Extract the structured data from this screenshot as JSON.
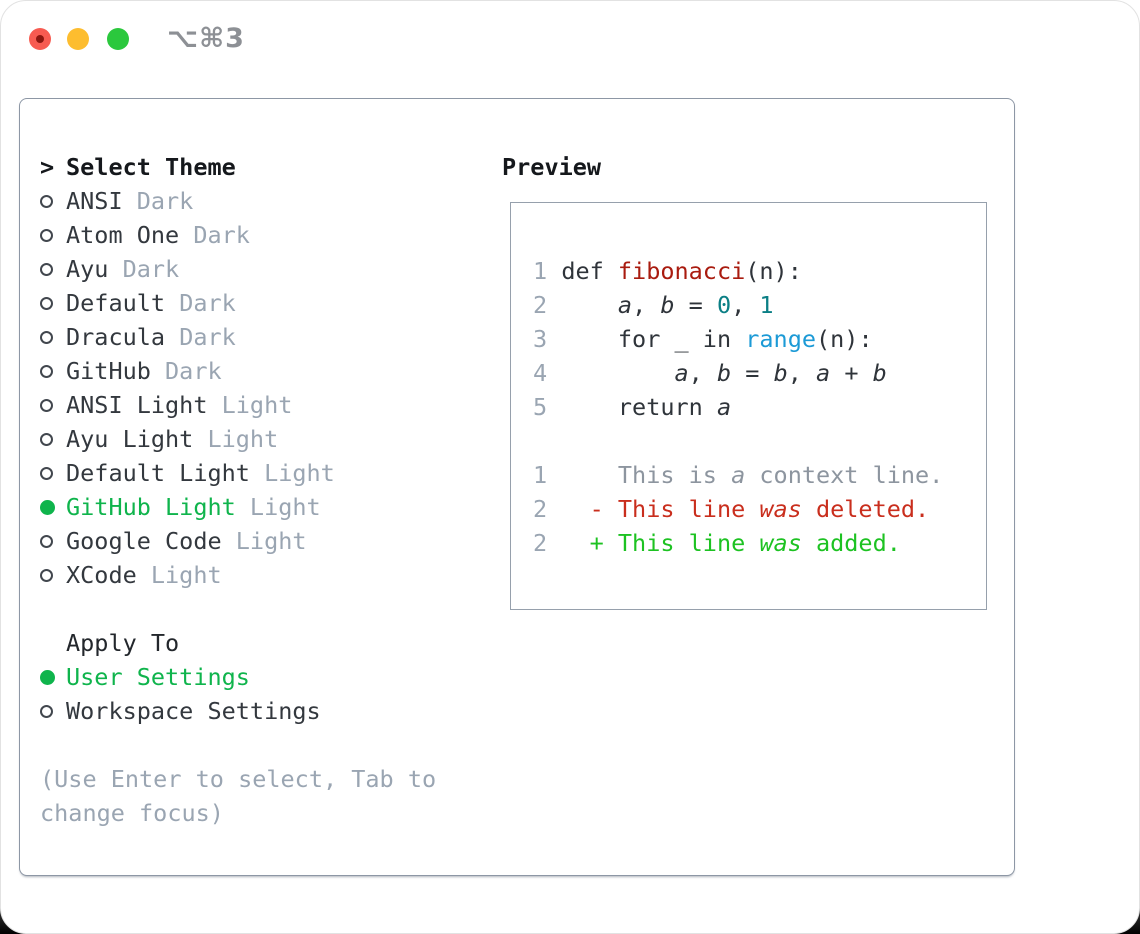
{
  "window": {
    "title": "⌥⌘3",
    "traffic_lights": [
      {
        "name": "close",
        "color": "#f75b51"
      },
      {
        "name": "minimize",
        "color": "#fdbd2f"
      },
      {
        "name": "zoom",
        "color": "#2bc83d"
      }
    ]
  },
  "palette": {
    "text_dark": "#2f343a",
    "heading_black": "#15181c",
    "muted_gray": "#9aa5b2",
    "selected_green": "#0fb44c",
    "added_green": "#1dc222",
    "deleted_red": "#c92e1d",
    "function_red": "#a91b0f",
    "number_teal": "#0b7f85",
    "call_blue": "#1c9ad6",
    "context_gray": "#8d959f",
    "panel_border": "#8d97a5",
    "preview_border": "#96a0ac",
    "title_gray": "#8d9095"
  },
  "theme_panel": {
    "prompt": ">",
    "title": "Select Theme",
    "items": [
      {
        "name": "ANSI",
        "variant": "Dark",
        "selected": false
      },
      {
        "name": "Atom One",
        "variant": "Dark",
        "selected": false
      },
      {
        "name": "Ayu",
        "variant": "Dark",
        "selected": false
      },
      {
        "name": "Default",
        "variant": "Dark",
        "selected": false
      },
      {
        "name": "Dracula",
        "variant": "Dark",
        "selected": false
      },
      {
        "name": "GitHub",
        "variant": "Dark",
        "selected": false
      },
      {
        "name": "ANSI Light",
        "variant": "Light",
        "selected": false
      },
      {
        "name": "Ayu Light",
        "variant": "Light",
        "selected": false
      },
      {
        "name": "Default Light",
        "variant": "Light",
        "selected": false
      },
      {
        "name": "GitHub Light",
        "variant": "Light",
        "selected": true
      },
      {
        "name": "Google Code",
        "variant": "Light",
        "selected": false
      },
      {
        "name": "XCode",
        "variant": "Light",
        "selected": false
      }
    ]
  },
  "apply_panel": {
    "title": "Apply To",
    "options": [
      {
        "name": "User Settings",
        "selected": true
      },
      {
        "name": "Workspace Settings",
        "selected": false
      }
    ]
  },
  "hint": {
    "lines": [
      "(Use Enter to select, Tab to",
      "change focus)"
    ]
  },
  "preview_panel": {
    "title": "Preview",
    "code_lines": [
      {
        "tokens": [
          "1",
          " ",
          "def ",
          "fibonacci",
          "(n):"
        ]
      },
      {
        "tokens": [
          "2",
          " ",
          "    ",
          "a",
          ", ",
          "b",
          " = ",
          "0",
          ", ",
          "1"
        ]
      },
      {
        "tokens": [
          "3",
          " ",
          "    for _ in ",
          "range",
          "(n):"
        ]
      },
      {
        "tokens": [
          "4",
          " ",
          "        ",
          "a",
          ", ",
          "b",
          " = ",
          "b",
          ", ",
          "a",
          " + ",
          "b"
        ]
      },
      {
        "tokens": [
          "5",
          " ",
          "    return ",
          "a"
        ]
      },
      {
        "tokens": []
      },
      {
        "tokens": [
          "1",
          "     ",
          "This is ",
          "a",
          " context line."
        ]
      },
      {
        "tokens": [
          "2",
          "   ",
          "- This line ",
          "was",
          " deleted."
        ]
      },
      {
        "tokens": [
          "2",
          "   ",
          "+ This line ",
          "was",
          " added."
        ]
      }
    ]
  }
}
